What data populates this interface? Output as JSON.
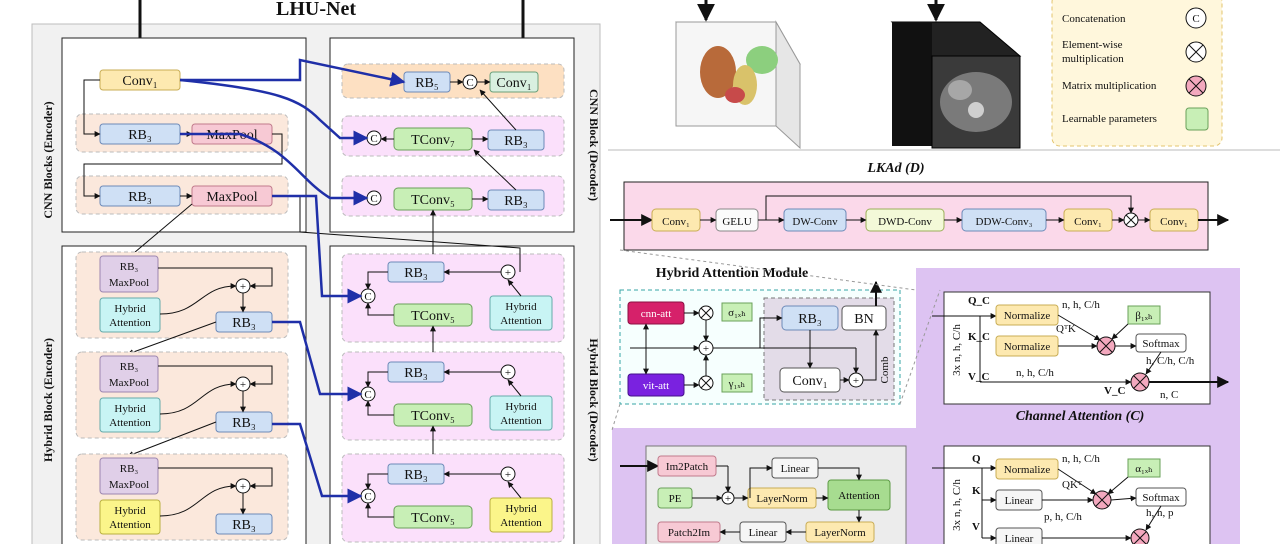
{
  "figure": {
    "title": "LHU-Net",
    "sections": {
      "cnn_encoder": "CNN Blocks (Encoder)",
      "cnn_decoder": "CNN Block (Decoder)",
      "hybrid_encoder": "Hybrid Block (Encoder)",
      "hybrid_decoder": "Hybrid Block (Decoder)"
    },
    "encoder_blocks": {
      "conv1": "Conv₁",
      "rb3": "RB₃",
      "maxpool": "MaxPool",
      "hybrid_attention_line1": "Hybrid",
      "hybrid_attention_line2": "Attention"
    },
    "decoder_blocks": {
      "rb5": "RB₅",
      "conv1": "Conv₁",
      "tconv7": "TConv₇",
      "tconv5": "TConv₅",
      "rb3": "RB₃",
      "concat": "C"
    },
    "legend": {
      "concatenation": "Concatenation",
      "concat_symbol": "C",
      "elementwise_line1": "Element-wise",
      "elementwise_line2": "multiplication",
      "matmul": "Matrix multiplication",
      "learnable": "Learnable parameters"
    },
    "lkad": {
      "title": "LKAd (D)",
      "blocks": [
        "Conv₁",
        "GELU",
        "DW-Conv",
        "DWD-Conv",
        "DDW-Conv₃",
        "Conv₁",
        "Conv₁"
      ]
    },
    "ham": {
      "title": "Hybrid Attention Module",
      "cnn_att": "cnn-att",
      "vit_att": "vit-att",
      "sigma": "σ₁ₓₕ",
      "gamma": "γ₁ₓₕ",
      "rb3": "RB₃",
      "bn": "BN",
      "conv1": "Conv₁",
      "comb": "Comb"
    },
    "channel_attention": {
      "title": "Channel Attention (C)",
      "qc": "Q_C",
      "kc": "K_C",
      "vc": "V_C",
      "normalize": "Normalize",
      "beta": "β₁ₓₕ",
      "softmax": "Softmax",
      "dim_nhc": "n, h, C/h",
      "dim_hch": "h, C/h, C/h",
      "dim_nc": "n, C",
      "input_dim": "3x n, h, C/h",
      "qk": "QᵀK"
    },
    "spatial_attention": {
      "q": "Q",
      "k": "K",
      "v": "V",
      "normalize": "Normalize",
      "linear": "Linear",
      "alpha": "α₁ₓₕ",
      "softmax": "Softmax",
      "dim_nhc": "n, h, C/h",
      "dim_phc": "p, h, C/h",
      "dim_hnp": "h, n, p",
      "input_dim": "3x n, h, C/h",
      "qk": "QKᵀ"
    },
    "vit": {
      "im2patch": "Im2Patch",
      "pe": "PE",
      "linear": "Linear",
      "layernorm": "LayerNorm",
      "attention": "Attention",
      "patch2im": "Patch2Im"
    },
    "colors": {
      "conv": "#fde9b0",
      "rb": "#cfe0f5",
      "maxpool": "#f7c9d4",
      "tconv": "#c8efb6",
      "hybrid": "#c8f4f4",
      "hybrid_yellow": "#fbf58a",
      "lkad_bg": "#fbd9ea",
      "purple_bg": "#ddc3f2",
      "learnable": "#c8efb6",
      "arrow_blue": "#1f2fa8"
    }
  }
}
